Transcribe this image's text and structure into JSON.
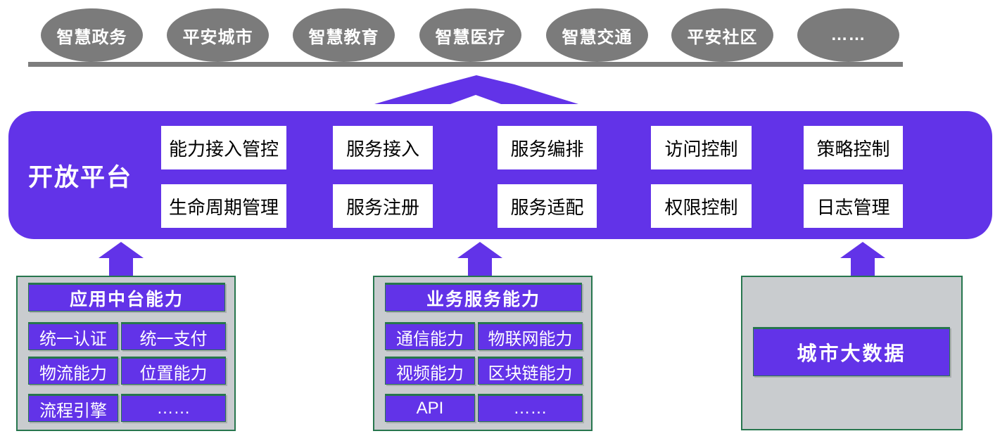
{
  "scenarios": [
    "智慧政务",
    "平安城市",
    "智慧教育",
    "智慧医疗",
    "智慧交通",
    "平安社区",
    "……"
  ],
  "platform": {
    "title": "开放平台",
    "row1": [
      "能力接入管控",
      "服务接入",
      "服务编排",
      "访问控制",
      "策略控制"
    ],
    "row2": [
      "生命周期管理",
      "服务注册",
      "服务适配",
      "权限控制",
      "日志管理"
    ]
  },
  "groups": [
    {
      "title": "应用中台能力",
      "items": [
        "统一认证",
        "统一支付",
        "物流能力",
        "位置能力",
        "流程引擎",
        "……"
      ]
    },
    {
      "title": "业务服务能力",
      "items": [
        "通信能力",
        "物联网能力",
        "视频能力",
        "区块链能力",
        "API",
        "……"
      ]
    },
    {
      "title": "城市大数据"
    }
  ],
  "colors": {
    "purple": "#6233e8",
    "gray-node": "#7b7b7b",
    "panel-gray": "#c9cccf",
    "green-border": "#27764e"
  }
}
